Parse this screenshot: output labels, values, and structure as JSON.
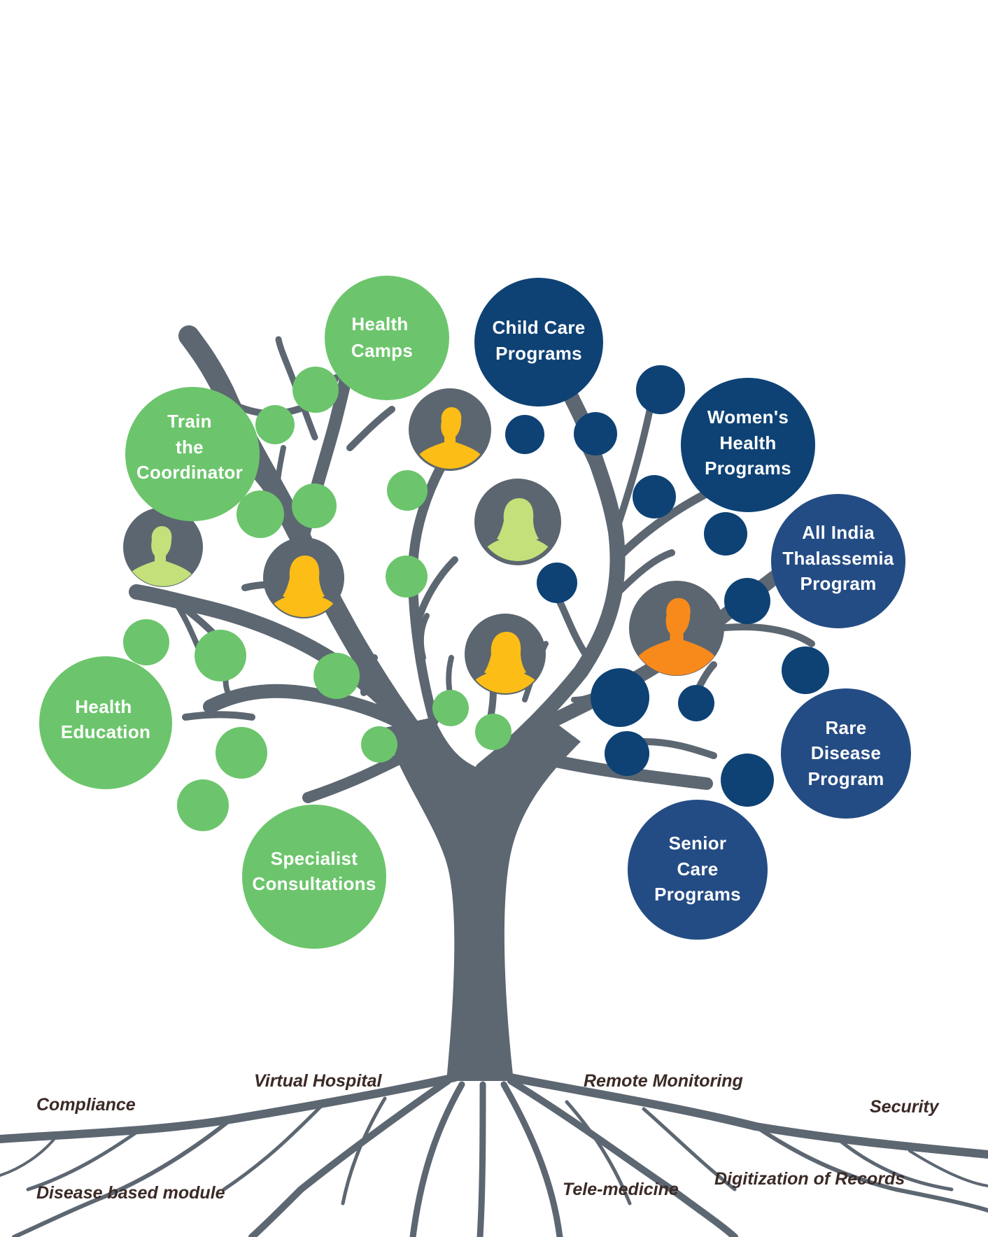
{
  "colors": {
    "trunk": "#5d6772",
    "green": "#6cc56c",
    "navy": "#0e4275",
    "navy_mid": "#244c84",
    "avatar_bg": "#5c6670",
    "yellow": "#fbbd16",
    "light_green": "#c3e07a",
    "orange": "#f88a1c",
    "root_text": "#3b2a26"
  },
  "branches": {
    "health_camps": [
      "Health",
      "Camps"
    ],
    "child_care": [
      "Child Care",
      "Programs"
    ],
    "train_coordinator": [
      "Train",
      "the",
      "Coordinator"
    ],
    "womens_health": [
      "Women's",
      "Health",
      "Programs"
    ],
    "thalassemia": [
      "All India",
      "Thalassemia",
      "Program"
    ],
    "health_education": [
      "Health",
      "Education"
    ],
    "rare_disease": [
      "Rare",
      "Disease",
      "Program"
    ],
    "specialist": [
      "Specialist",
      "Consultations"
    ],
    "senior_care": [
      "Senior",
      "Care",
      "Programs"
    ]
  },
  "roots": {
    "virtual_hospital": "Virtual Hospital",
    "remote_monitoring": "Remote Monitoring",
    "compliance": "Compliance",
    "security": "Security",
    "disease_module": "Disease based module",
    "tele_medicine": "Tele-medicine",
    "digitization": "Digitization of Records"
  },
  "avatars": [
    {
      "name": "male-avatar",
      "color": "yellow"
    },
    {
      "name": "female-avatar",
      "color": "light_green"
    },
    {
      "name": "male-avatar",
      "color": "light_green"
    },
    {
      "name": "female-avatar",
      "color": "yellow"
    },
    {
      "name": "female-avatar",
      "color": "yellow"
    },
    {
      "name": "male-avatar",
      "color": "orange"
    }
  ]
}
